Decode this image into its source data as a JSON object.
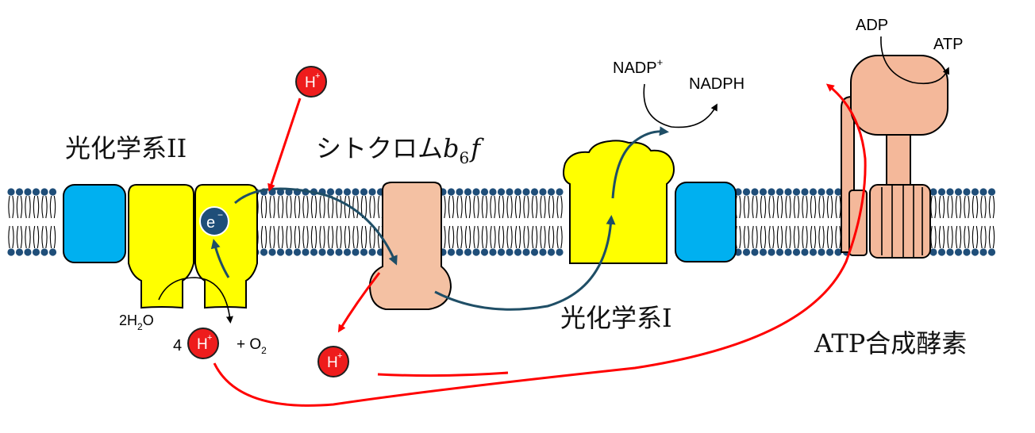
{
  "labels": {
    "psii": "光化学系II",
    "cytb6f_text": "シトクロム",
    "cytb6f_b": "b",
    "cytb6f_sub": "6",
    "cytb6f_f": "f",
    "psi": "光化学系I",
    "atp_synthase": "ATP合成酵素",
    "electron": "e",
    "electron_sup": "−",
    "nadp": "NADP",
    "nadp_sup": "+",
    "nadph": "NADPH",
    "adp": "ADP",
    "atp": "ATP",
    "water_coef": "2H",
    "water_sub": "2",
    "water_o": "O",
    "four": "4",
    "plus_o": "+ O",
    "o_sub": "2",
    "proton": "H",
    "proton_sup": "+"
  },
  "colors": {
    "psii_yellow": "#ffff00",
    "psi_yellow": "#ffff00",
    "lhc_blue": "#00b0f0",
    "cyt_pink": "#f4c1a3",
    "atp_pink": "#f4b89a",
    "proton_red": "#ee1c1c",
    "electron_blue": "#1f4e79",
    "lipid_head": "#1f4e79",
    "proton_arrow": "#ff0000",
    "electron_arrow": "#1f4e66"
  }
}
